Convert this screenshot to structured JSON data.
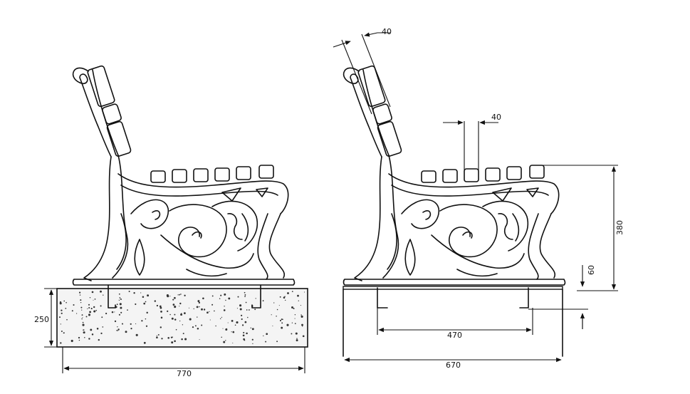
{
  "colors": {
    "line": "#111111",
    "background": "#ffffff",
    "concrete_fill": "#f4f4f4"
  },
  "left_view": {
    "dimensions": {
      "width": "770",
      "height": "250"
    }
  },
  "right_view": {
    "dimensions": {
      "overall_width": "670",
      "anchor_spacing": "470",
      "seat_height": "380",
      "base_offset": "60",
      "backrest_slat": "40",
      "seat_slat": "40"
    }
  }
}
